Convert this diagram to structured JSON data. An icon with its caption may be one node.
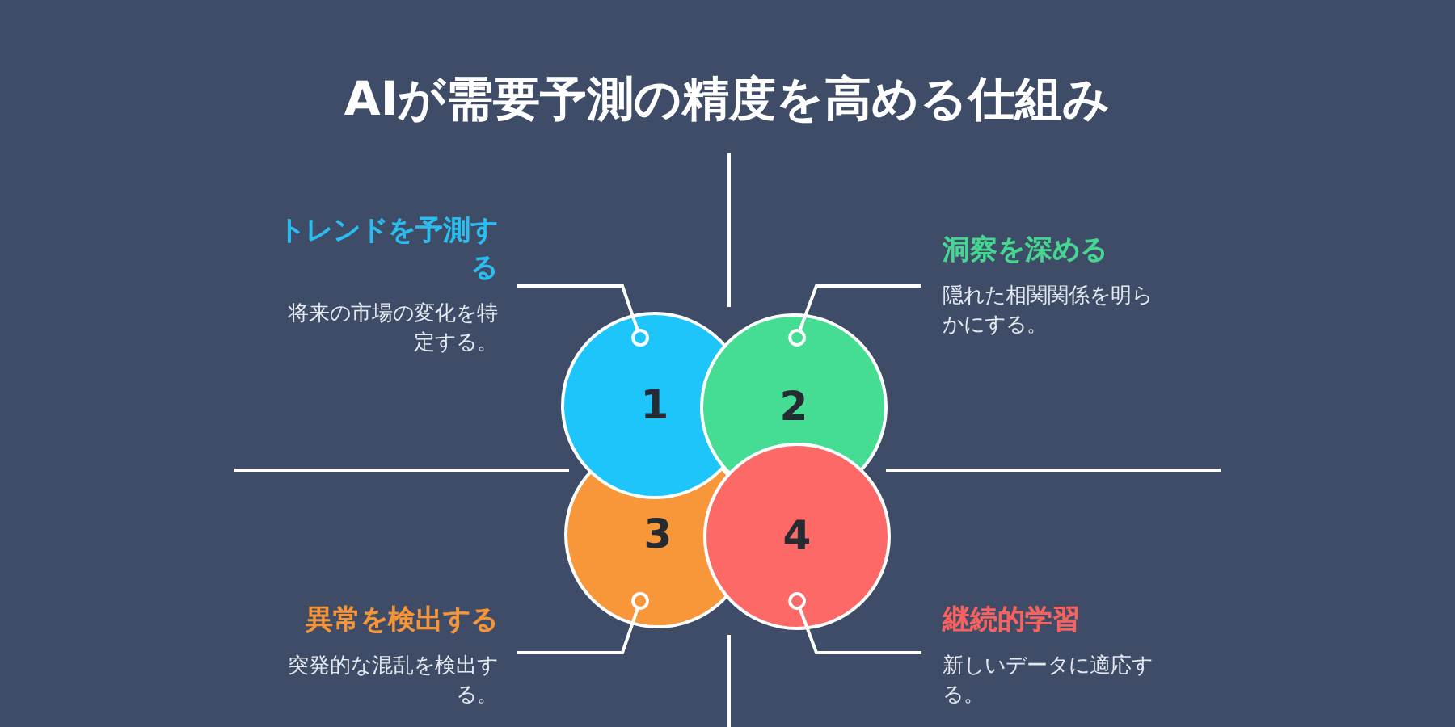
{
  "diagram": {
    "title": "AIが需要予測の精度を高める仕組み",
    "nodes": [
      {
        "text": [
          "トレンドを予測する",
          "将来の市場の変化を特定する。"
        ]
      },
      {
        "text": [
          "洞察を深める",
          "隠れた相関関係を明らかにする。"
        ]
      },
      {
        "text": [
          "1"
        ]
      },
      {
        "text": [
          "2"
        ]
      },
      {
        "text": [
          "3"
        ]
      },
      {
        "text": [
          "4"
        ]
      },
      {
        "text": [
          "異常を検出する",
          "突発的な混乱を検出する。"
        ]
      },
      {
        "text": [
          "継続的学習",
          "新しいデータに適応する。"
        ]
      }
    ],
    "edges": [
      {
        "from": 0,
        "to": 2,
        "arrow": "other"
      },
      {
        "from": 1,
        "to": 3,
        "arrow": "other"
      },
      {
        "from": 6,
        "to": 4,
        "arrow": "other"
      },
      {
        "from": 7,
        "to": 5,
        "arrow": "other"
      }
    ]
  }
}
